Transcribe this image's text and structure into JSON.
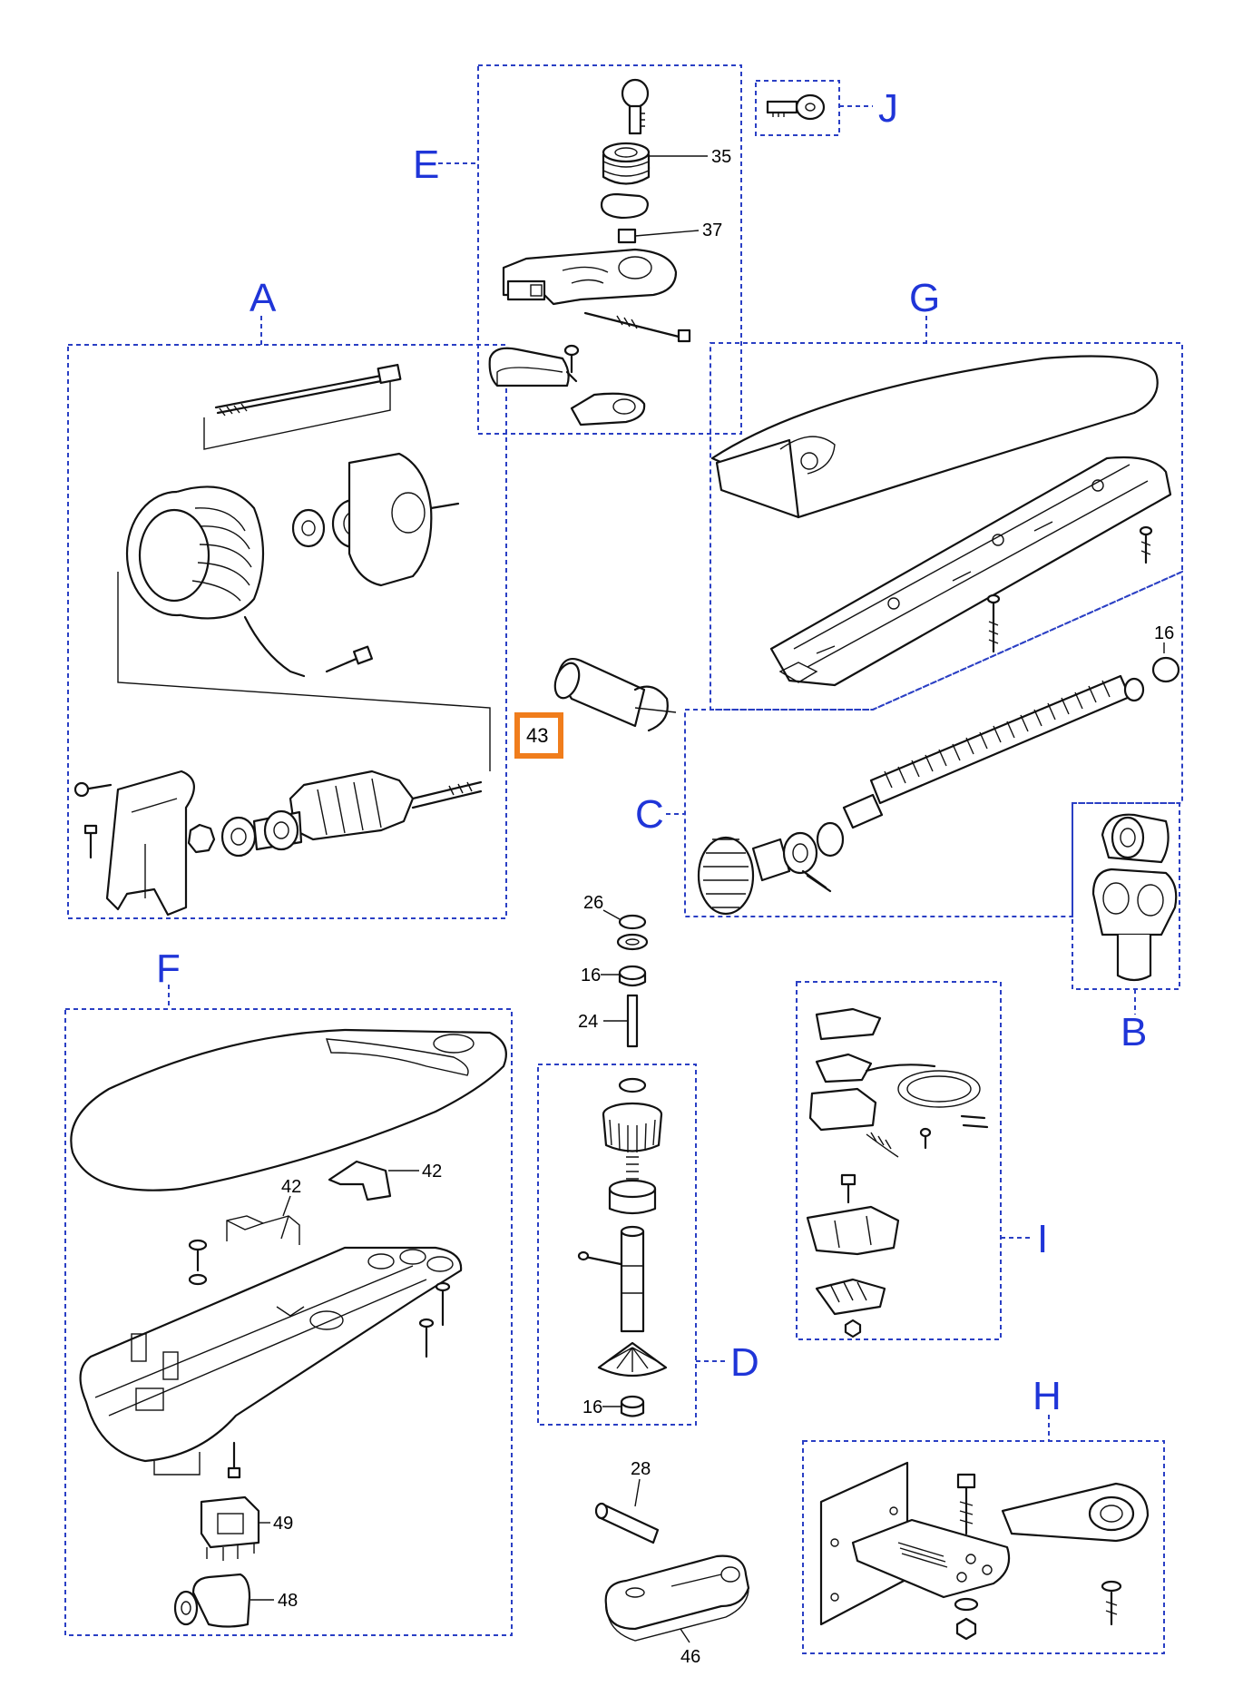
{
  "groups": {
    "A": "A",
    "B": "B",
    "C": "C",
    "D": "D",
    "E": "E",
    "F": "F",
    "G": "G",
    "H": "H",
    "I": "I",
    "J": "J"
  },
  "parts": {
    "p35": "35",
    "p37": "37",
    "p16_c": "16",
    "p43": "43",
    "p26": "26",
    "p16_mid": "16",
    "p24": "24",
    "p16_d": "16",
    "p42_a": "42",
    "p42_b": "42",
    "p49": "49",
    "p48": "48",
    "p28": "28",
    "p46": "46"
  },
  "colors": {
    "group_outline": "#2a3fc4",
    "group_label": "#1f35d8",
    "highlight": "#f07d1c"
  }
}
